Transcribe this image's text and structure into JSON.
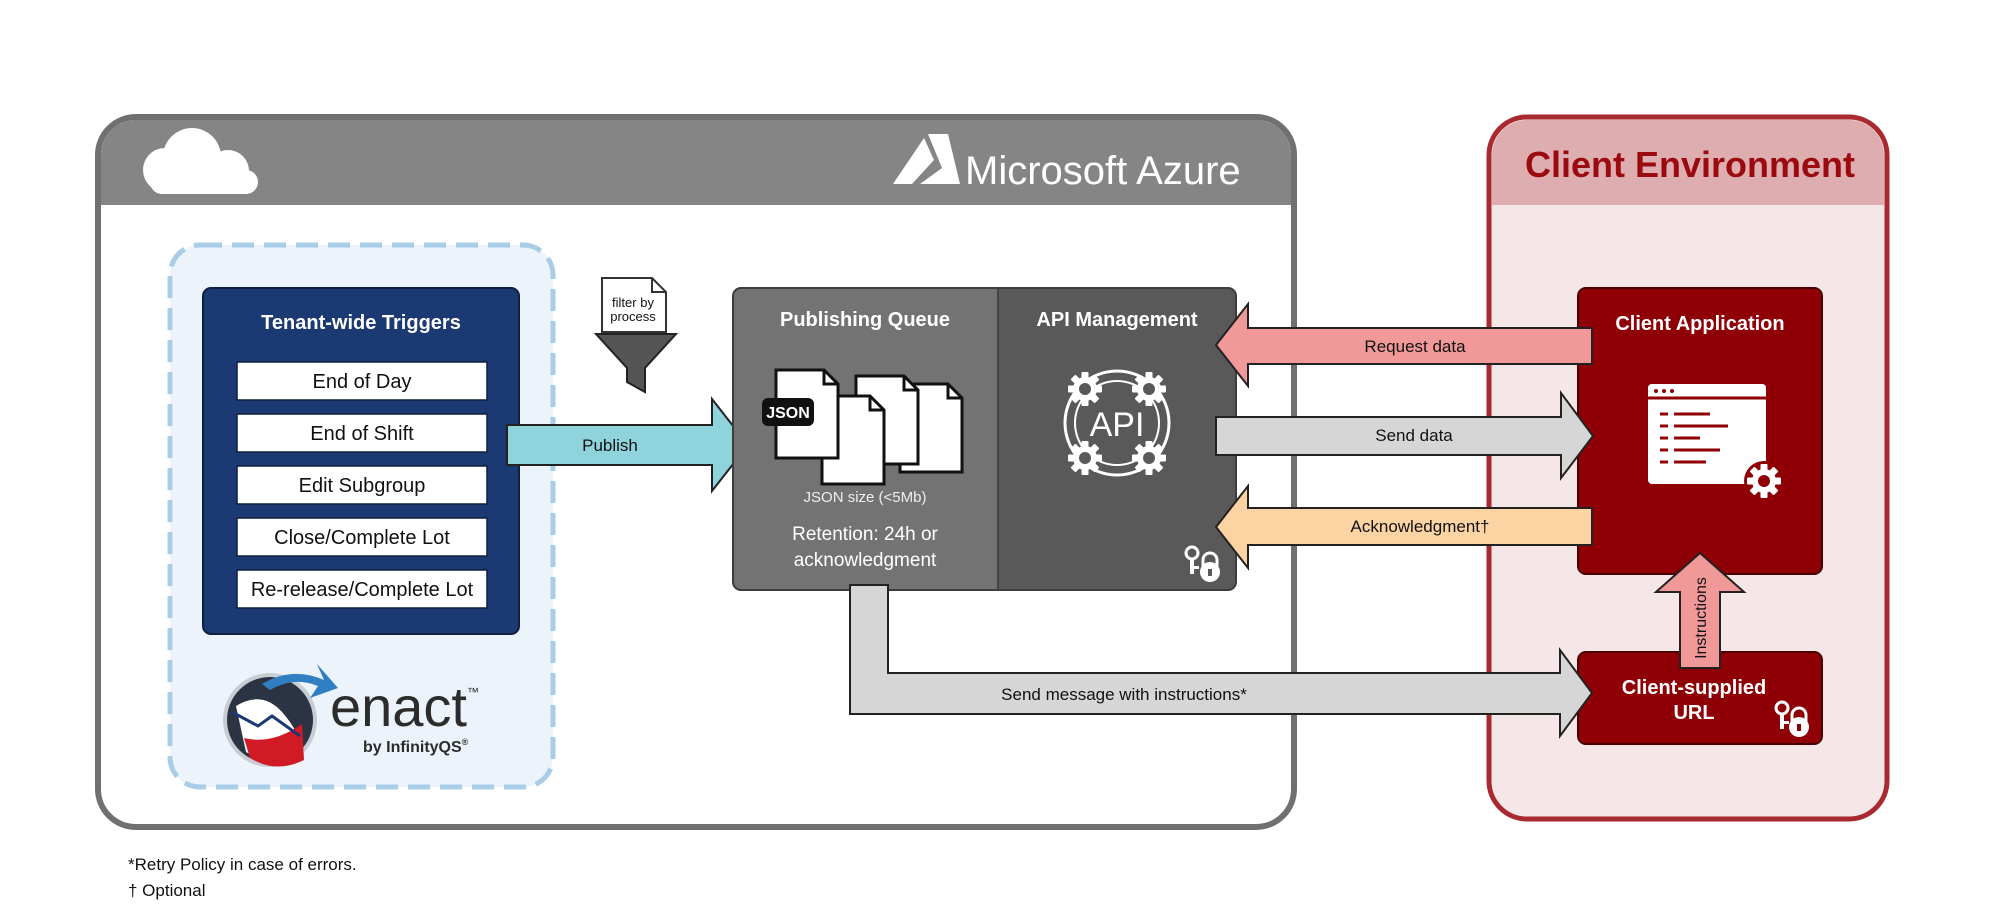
{
  "azure": {
    "title": "Microsoft Azure"
  },
  "client_env": {
    "title": "Client Environment"
  },
  "triggers": {
    "title": "Tenant-wide Triggers",
    "items": [
      "End of Day",
      "End of Shift",
      "Edit Subgroup",
      "Close/Complete Lot",
      "Re-release/Complete Lot"
    ]
  },
  "enact": {
    "name": "enact",
    "tm": "™",
    "byline": "by InfinityQS",
    "reg": "®"
  },
  "filter": {
    "line1": "filter by",
    "line2": "process"
  },
  "publish_arrow": {
    "label": "Publish"
  },
  "queue": {
    "title": "Publishing Queue",
    "json_badge": "JSON",
    "json_size": "JSON size (<5Mb)",
    "retention_line1": "Retention: 24h or",
    "retention_line2": "acknowledgment"
  },
  "api": {
    "title": "API Management",
    "icon_text": "API"
  },
  "arrows": {
    "request": "Request data",
    "send": "Send data",
    "ack": "Acknowledgment†",
    "message": "Send message with instructions*",
    "instructions": "Instructions"
  },
  "client_app": {
    "title": "Client Application"
  },
  "client_url": {
    "line1": "Client-supplied",
    "line2": "URL"
  },
  "footnotes": {
    "retry": "*Retry Policy in case of errors.",
    "optional": "† Optional"
  },
  "colors": {
    "azure_header": "#858585",
    "navy": "#1b3a73",
    "client_red": "#8e0005",
    "client_title": "#9b0a0f",
    "publish_arrow": "#8fd3dc",
    "request_arrow": "#f19999",
    "send_arrow": "#d6d6d6",
    "ack_arrow": "#fcd3a3",
    "queue_box": "#737373",
    "api_box": "#595959"
  }
}
